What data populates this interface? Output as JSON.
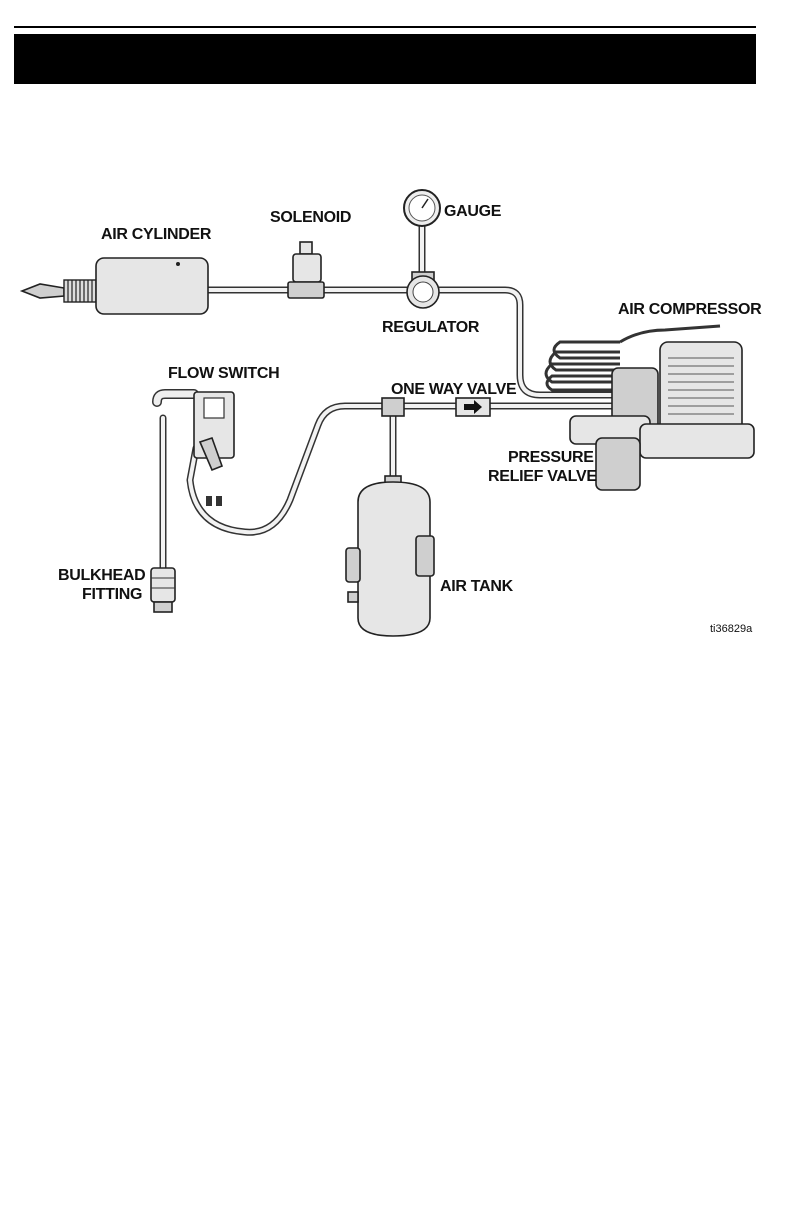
{
  "labels": {
    "air_cylinder": "AIR CYLINDER",
    "solenoid": "SOLENOID",
    "gauge": "GAUGE",
    "regulator": "REGULATOR",
    "air_compressor": "AIR COMPRESSOR",
    "flow_switch": "FLOW SWITCH",
    "one_way_valve": "ONE WAY VALVE",
    "pressure": "PRESSURE",
    "relief_valve": "RELIEF VALVE",
    "bulkhead": "BULKHEAD",
    "fitting": "FITTING",
    "air_tank": "AIR TANK"
  },
  "figure_id": "ti36829a",
  "colors": {
    "header": "#000000",
    "line": "#222222",
    "part_fill": "#e6e6e6"
  }
}
